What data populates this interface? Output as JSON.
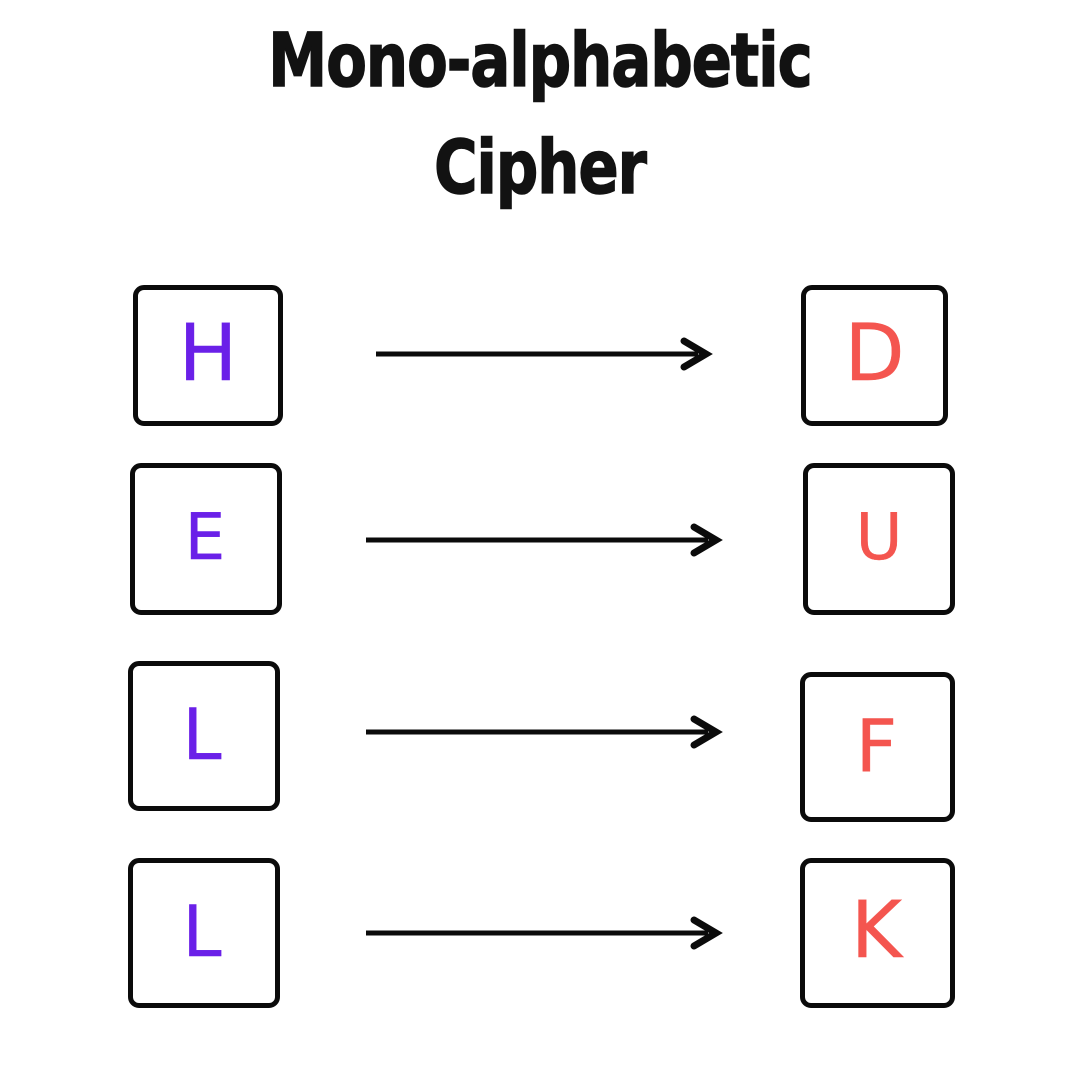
{
  "page": {
    "title_line_1": "Mono-alphabetic",
    "title_line_2": "Cipher",
    "title_full": "Mono-alphabetic Cipher",
    "background_color": "#ffffff"
  },
  "colors": {
    "plaintext_letter": "#6a20e8",
    "ciphertext_letter": "#f4554f",
    "box_border": "#0b0b0b",
    "arrow": "#0b0b0b",
    "title_text": "#121212"
  },
  "diagram": {
    "type": "substitution-mapping",
    "arrow_icon_name": "arrow-right-icon",
    "plaintext_word": "HELL",
    "ciphertext_word": "DUFK",
    "mappings": [
      {
        "index": 1,
        "plain": "H",
        "cipher": "D"
      },
      {
        "index": 2,
        "plain": "E",
        "cipher": "U"
      },
      {
        "index": 3,
        "plain": "L",
        "cipher": "F"
      },
      {
        "index": 4,
        "plain": "L",
        "cipher": "K"
      }
    ]
  }
}
